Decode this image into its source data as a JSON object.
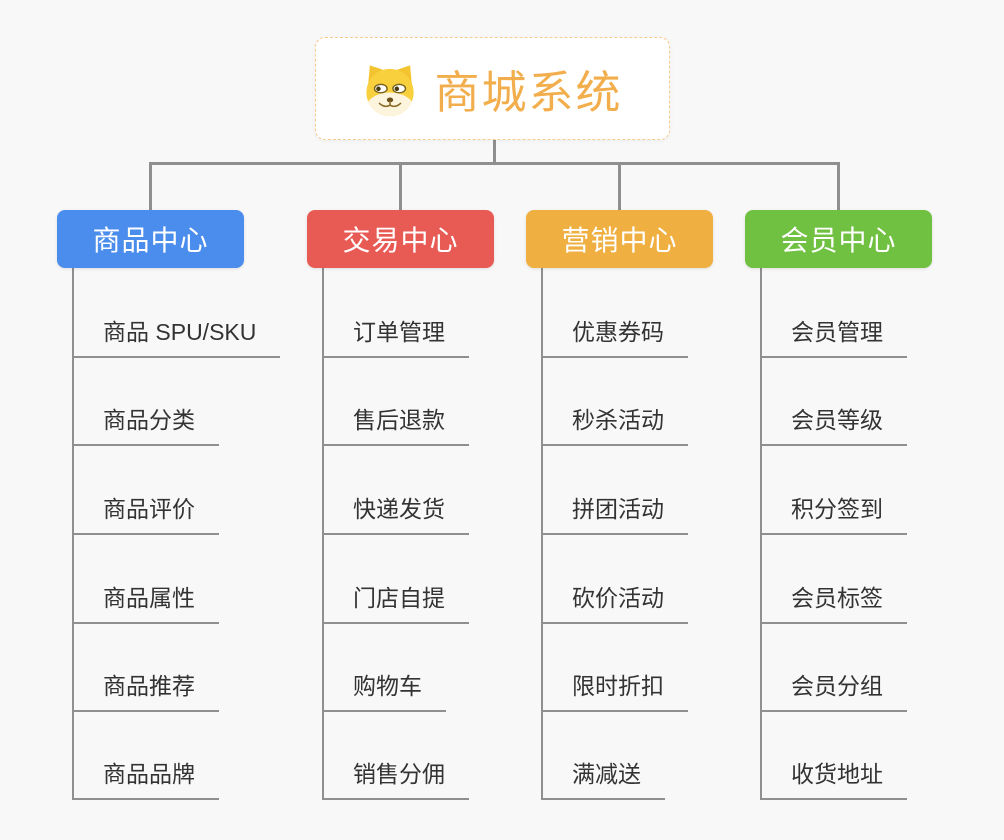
{
  "background_color": "#F8F8F8",
  "connector_color": "#8F8F8F",
  "root": {
    "label": "商城系统",
    "icon": "doge-icon",
    "accent_color": "#F2AE4C",
    "border_color": "#F6CB8E"
  },
  "branches": [
    {
      "label": "商品中心",
      "color": "#4B8DEC",
      "items": [
        "商品 SPU/SKU",
        "商品分类",
        "商品评价",
        "商品属性",
        "商品推荐",
        "商品品牌"
      ]
    },
    {
      "label": "交易中心",
      "color": "#E85B55",
      "items": [
        "订单管理",
        "售后退款",
        "快递发货",
        "门店自提",
        "购物车",
        "销售分佣"
      ]
    },
    {
      "label": "营销中心",
      "color": "#EFAF41",
      "items": [
        "优惠券码",
        "秒杀活动",
        "拼团活动",
        "砍价活动",
        "限时折扣",
        "满减送"
      ]
    },
    {
      "label": "会员中心",
      "color": "#70C142",
      "items": [
        "会员管理",
        "会员等级",
        "积分签到",
        "会员标签",
        "会员分组",
        "收货地址"
      ]
    }
  ]
}
